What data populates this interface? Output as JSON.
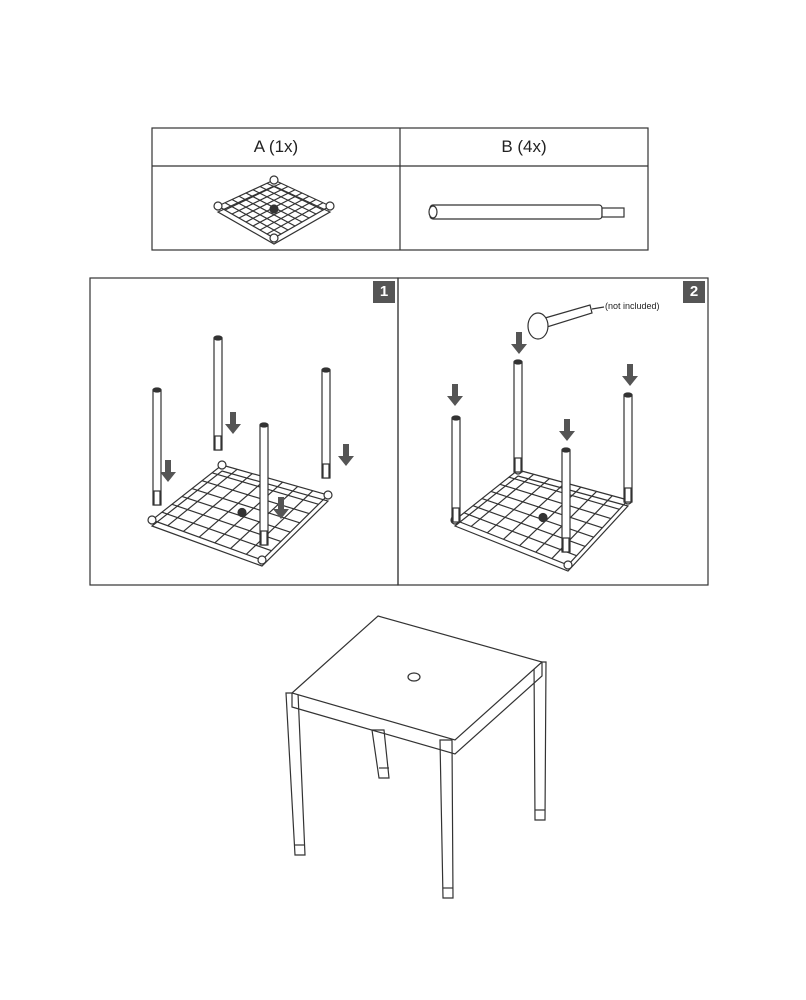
{
  "parts_table": {
    "parts": [
      {
        "label": "A (1x)",
        "icon": "table-base-grid-icon"
      },
      {
        "label": "B (4x)",
        "icon": "table-leg-icon"
      }
    ]
  },
  "steps": [
    {
      "number": "1"
    },
    {
      "number": "2",
      "tool_note": "(not included)"
    }
  ],
  "colors": {
    "line": "#333333",
    "arrow": "#555555",
    "step_badge": "#555555"
  }
}
